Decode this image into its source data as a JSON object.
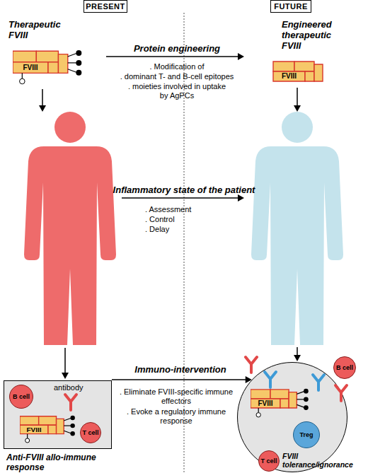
{
  "diagram": {
    "nodes": [
      {
        "text": [
          "PRESENT"
        ]
      },
      {
        "text": [
          "FUTURE"
        ]
      },
      {
        "text": [
          "FVIII"
        ]
      },
      {
        "text": [
          "FVIII"
        ]
      },
      {
        "text": [
          "antibody",
          "Anti-FVIII allo-immune response"
        ]
      },
      {
        "text": [
          "B cell"
        ],
        "in": 4
      },
      {
        "text": [
          "FVIII"
        ],
        "in": 4
      },
      {
        "text": [
          "T cell"
        ],
        "in": 4
      },
      {
        "text": [
          "FVIII tolerance/ignorance"
        ]
      },
      {
        "text": [
          "B cell"
        ]
      },
      {
        "text": [
          "FVIII"
        ],
        "in": 8
      },
      {
        "text": [
          "Treg"
        ],
        "in": 8
      },
      {
        "text": [
          "T cell"
        ]
      }
    ],
    "edges": [
      {
        "from": 4,
        "to": 8,
        "arrow": "to",
        "label": "Immuno-intervention"
      }
    ],
    "labels": [
      "Therapeutic FVIII",
      "Engineered therapeutic FVIII",
      "Protein engineering",
      ". Modification of",
      ". dominant T- and B-cell epitopes",
      ". moieties involved in uptake by AgPCs",
      "Inflammatory state of the patient",
      ". Assessment",
      ". Control",
      ". Delay",
      ". Eliminate FVIII-specific immune effectors",
      ". Evoke a regulatory immune response"
    ]
  }
}
